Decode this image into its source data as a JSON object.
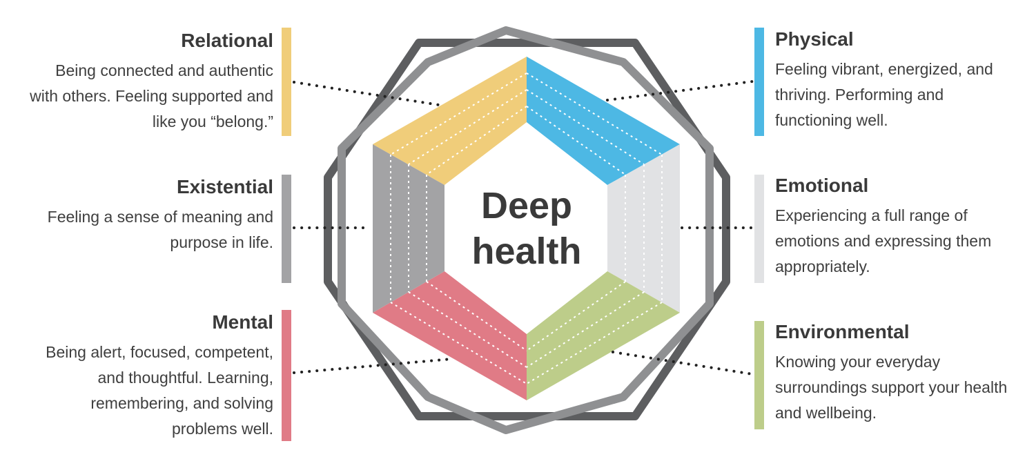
{
  "center": {
    "line1": "Deep",
    "line2": "health"
  },
  "dimensions": [
    {
      "key": "relational",
      "title": "Relational",
      "desc": "Being connected and authentic with others. Feeling supported and like you “belong.”",
      "color": "#f0cd7a"
    },
    {
      "key": "existential",
      "title": "Existential",
      "desc": "Feeling a sense of meaning and purpose in life.",
      "color": "#a3a3a5"
    },
    {
      "key": "mental",
      "title": "Mental",
      "desc": "Being alert, focused, competent, and thoughtful. Learning, remembering, and solving problems well.",
      "color": "#e07b86"
    },
    {
      "key": "physical",
      "title": "Physical",
      "desc": "Feeling vibrant, energized, and thriving. Performing and functioning well.",
      "color": "#4db8e4"
    },
    {
      "key": "emotional",
      "title": "Emotional",
      "desc": "Experiencing a full range of emotions and expressing them appropriately.",
      "color": "#e1e2e4"
    },
    {
      "key": "environmental",
      "title": "Environmental",
      "desc": "Knowing your everyday surroundings support your health and wellbeing.",
      "color": "#bdcd8a"
    }
  ]
}
